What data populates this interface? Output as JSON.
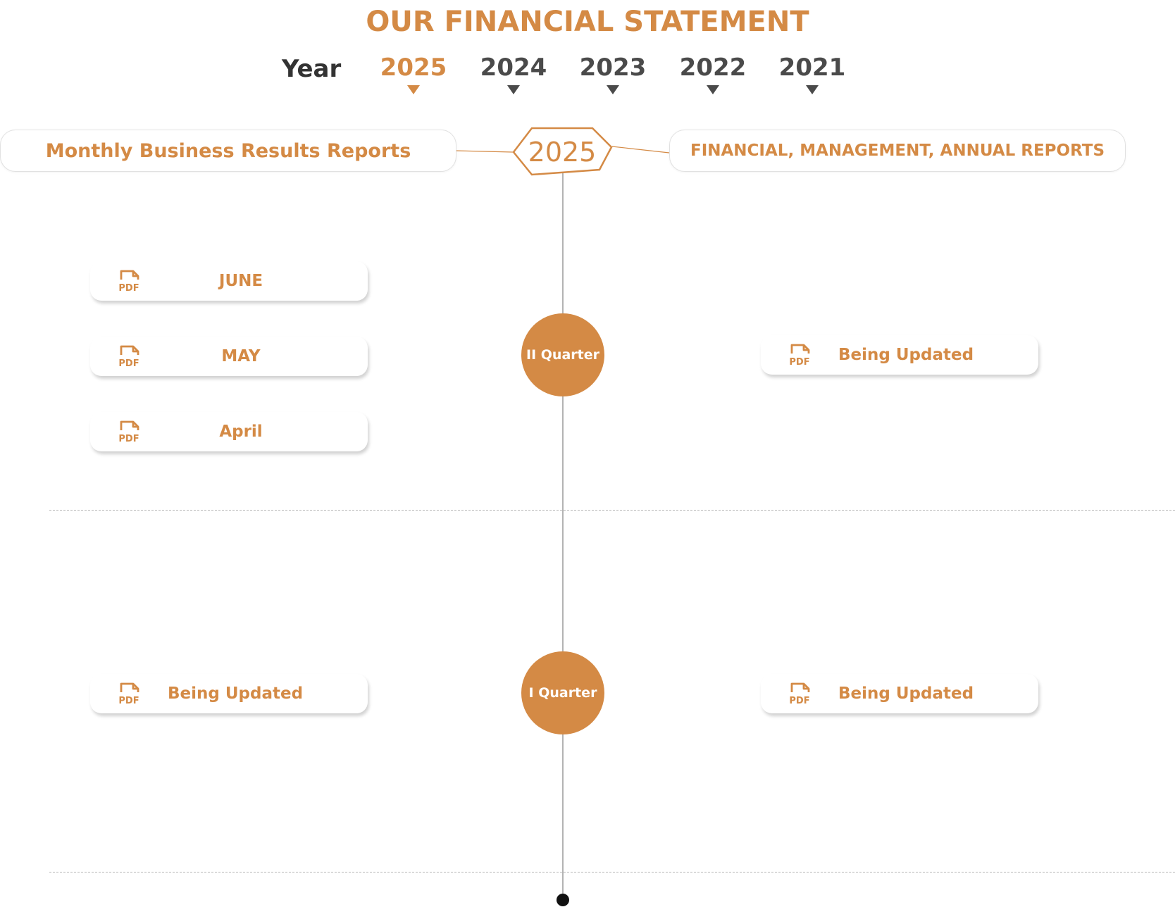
{
  "page_title": "OUR FINANCIAL STATEMENT",
  "year_filter": {
    "label": "Year",
    "years": [
      "2025",
      "2024",
      "2023",
      "2022",
      "2021"
    ],
    "selected": "2025"
  },
  "headers": {
    "monthly": "Monthly Business Results Reports",
    "center_year": "2025",
    "annual": "FINANCIAL, MANAGEMENT, ANNUAL REPORTS"
  },
  "icon_label": "PDF",
  "quarters": [
    {
      "label": "II Quarter",
      "monthly_reports": [
        "JUNE",
        "MAY",
        "April"
      ],
      "annual_reports": [
        "Being Updated"
      ]
    },
    {
      "label": "I Quarter",
      "monthly_reports": [
        "Being Updated"
      ],
      "annual_reports": [
        "Being Updated"
      ]
    }
  ],
  "colors": {
    "accent": "#d48a45",
    "year_inactive": "#4a4a4a",
    "timeline": "#9a9a9a",
    "divider": "#b5b5b5"
  }
}
